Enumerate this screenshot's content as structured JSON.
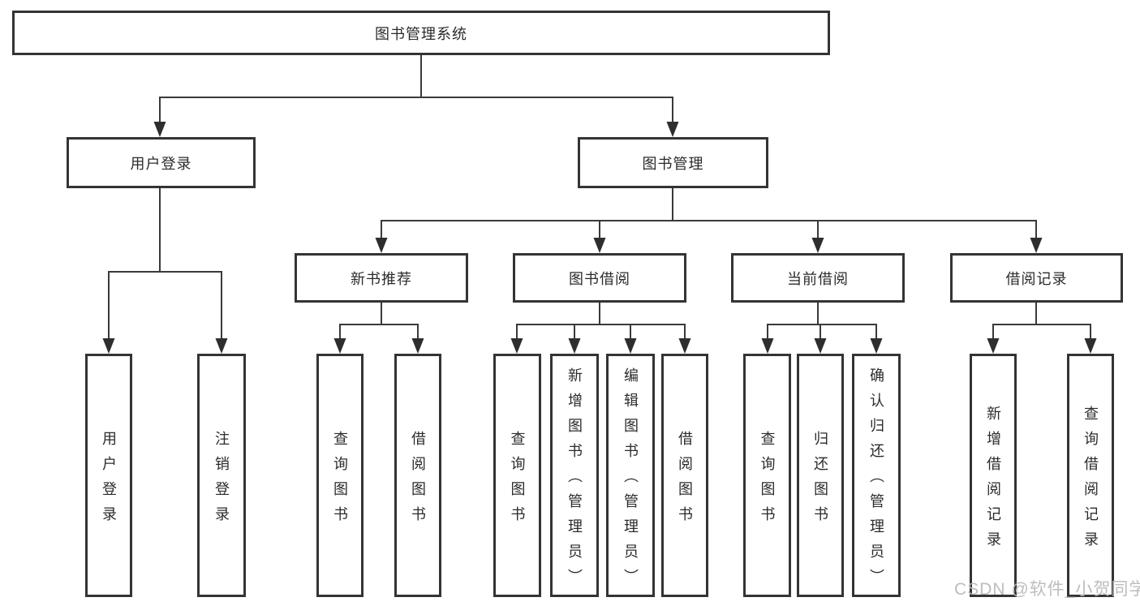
{
  "diagram_title": "图书管理系统",
  "watermark": "CSDN @软件_小贺同学",
  "colors": {
    "line": "#3a3a3a",
    "box_border": "#343434",
    "text": "#2b2b2b",
    "watermark": "#b9b9b9",
    "background": "#ffffff"
  },
  "nodes": {
    "root": "图书管理系统",
    "user_login": "用户登录",
    "book_mgmt": "图书管理",
    "new_book_rec": "新书推荐",
    "book_borrow": "图书借阅",
    "current_borrow": "当前借阅",
    "borrow_records": "借阅记录",
    "user_login_leaf": "用户登录",
    "logout_leaf": "注销登录",
    "query_book_rec": "查询图书",
    "borrow_book_rec": "借阅图书",
    "query_book_borrow": "查询图书",
    "add_book_admin": "新增图书（管理员）",
    "edit_book_admin": "编辑图书（管理员）",
    "borrow_book_leaf": "借阅图书",
    "query_book_current": "查询图书",
    "return_book": "归还图书",
    "confirm_return_admin": "确认归还（管理员）",
    "add_borrow_record": "新增借阅记录",
    "query_borrow_record": "查询借阅记录"
  },
  "hierarchy": {
    "图书管理系统": {
      "用户登录": [
        "用户登录",
        "注销登录"
      ],
      "图书管理": {
        "新书推荐": [
          "查询图书",
          "借阅图书"
        ],
        "图书借阅": [
          "查询图书",
          "新增图书（管理员）",
          "编辑图书（管理员）",
          "借阅图书"
        ],
        "当前借阅": [
          "查询图书",
          "归还图书",
          "确认归还（管理员）"
        ],
        "借阅记录": [
          "新增借阅记录",
          "查询借阅记录"
        ]
      }
    }
  }
}
